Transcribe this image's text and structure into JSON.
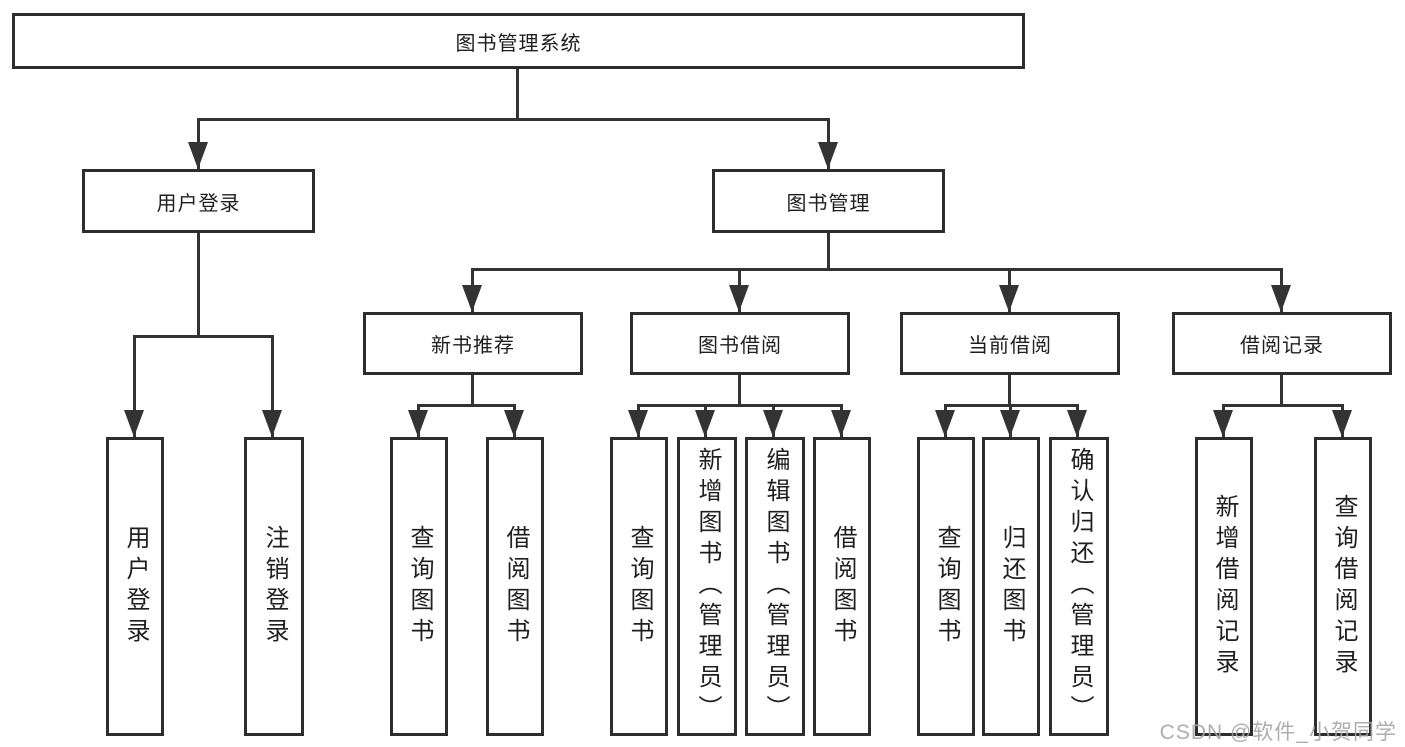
{
  "tree": {
    "root": "图书管理系统",
    "branches": [
      {
        "label": "用户登录",
        "leaves": [
          "用户登录",
          "注销登录"
        ]
      },
      {
        "label": "图书管理",
        "groups": [
          {
            "label": "新书推荐",
            "leaves": [
              "查询图书",
              "借阅图书"
            ]
          },
          {
            "label": "图书借阅",
            "leaves": [
              "查询图书",
              "新增图书（管理员）",
              "编辑图书（管理员）",
              "借阅图书"
            ]
          },
          {
            "label": "当前借阅",
            "leaves": [
              "查询图书",
              "归还图书",
              "确认归还（管理员）"
            ]
          },
          {
            "label": "借阅记录",
            "leaves": [
              "新增借阅记录",
              "查询借阅记录"
            ]
          }
        ]
      }
    ]
  },
  "watermark": {
    "text": "CSDN @软件_小贺同学"
  },
  "colors": {
    "line": "#333333",
    "text": "#1f1f1f",
    "watermark": "#a5a5a5"
  }
}
